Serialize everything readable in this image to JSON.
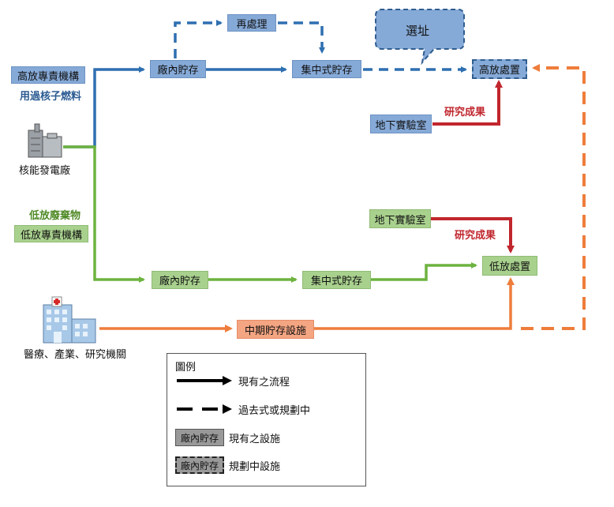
{
  "left_labels": {
    "high_agency": "高放專責機構",
    "spent_fuel": "用過核子燃料",
    "npp": "核能發電廠",
    "low_waste": "低放廢棄物",
    "low_agency": "低放專責機構",
    "medical": "醫療、產業、研究機關"
  },
  "high_path": {
    "onsite": "廠內貯存",
    "reprocess": "再處理",
    "central": "集中式貯存",
    "siting": "選址",
    "disposal": "高放處置",
    "ulab": "地下實驗室",
    "results": "研究成果"
  },
  "low_path": {
    "onsite": "廠內貯存",
    "central": "集中式貯存",
    "disposal": "低放處置",
    "ulab": "地下實驗室",
    "results": "研究成果",
    "interim": "中期貯存設施"
  },
  "legend": {
    "title": "圖例",
    "existing_flow": "現有之流程",
    "planned_flow": "過去式或規劃中",
    "box_label": "廠內貯存",
    "existing_facility": "現有之設施",
    "planned_facility": "規劃中設施"
  },
  "colors": {
    "blue": "#2e6fb1",
    "green": "#6db33f",
    "orange": "#ee7d3b",
    "red": "#c0262d"
  }
}
